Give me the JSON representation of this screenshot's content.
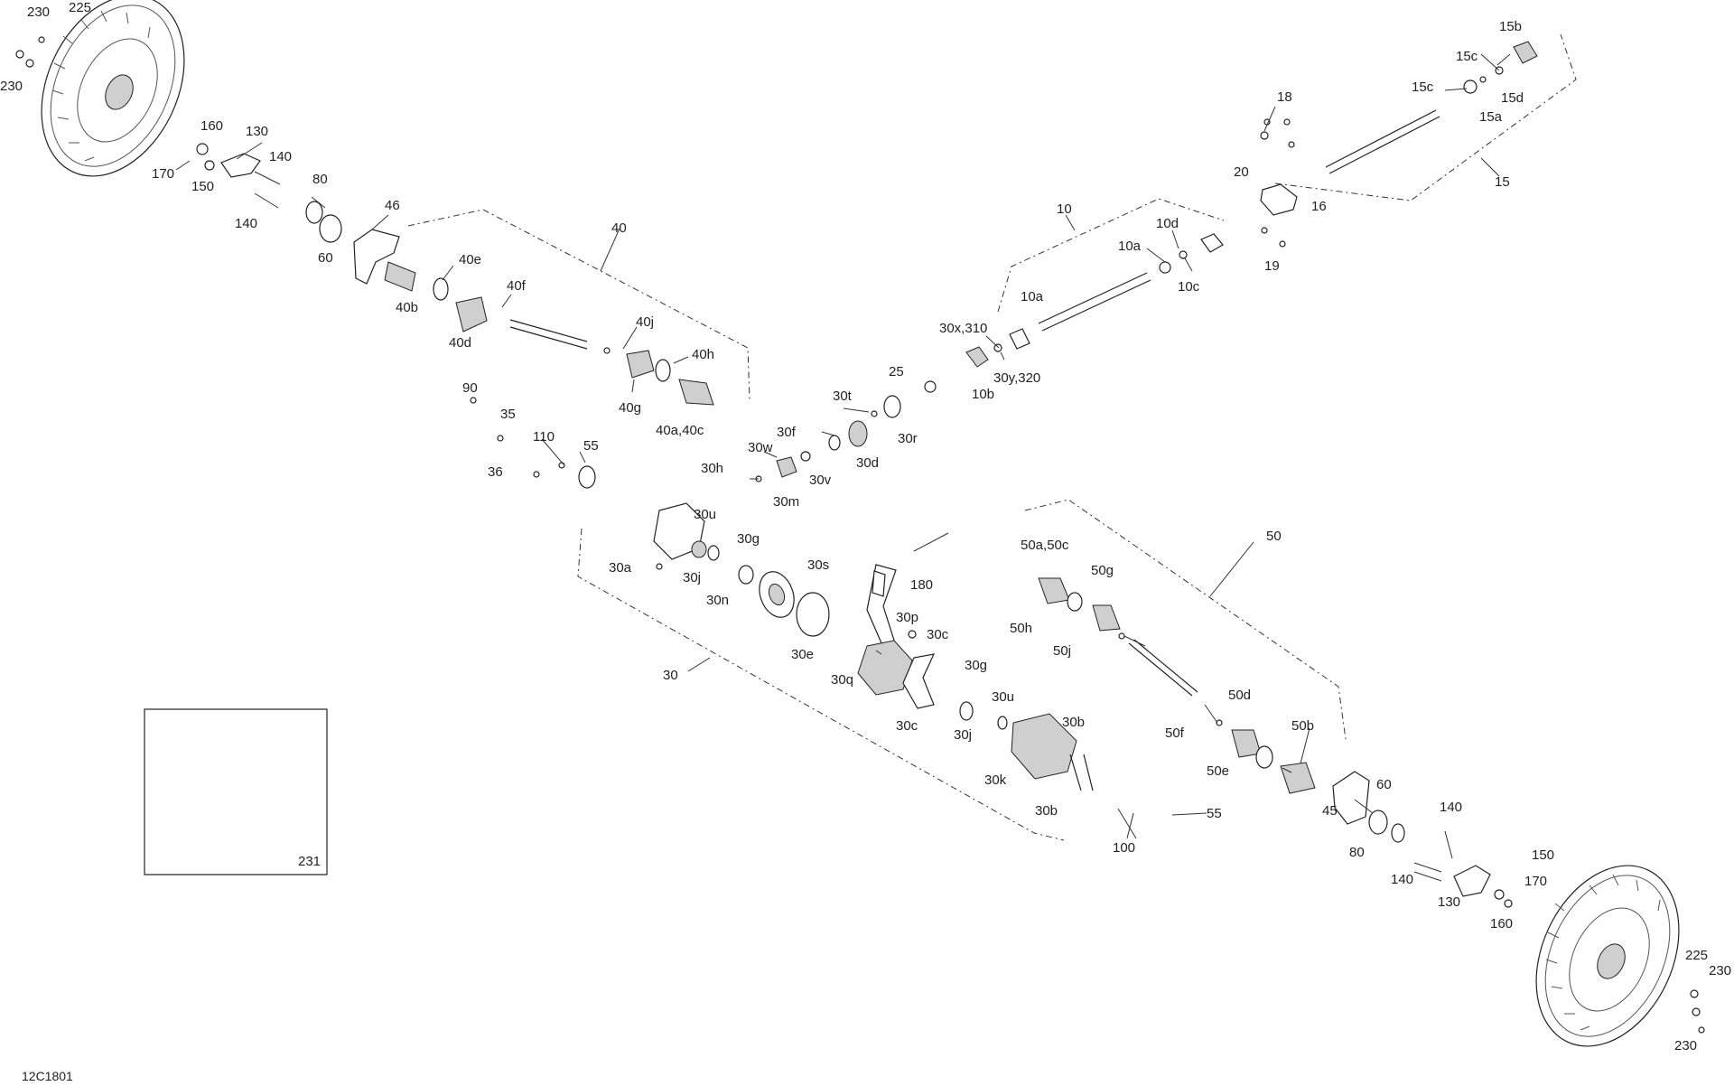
{
  "document_id": "12C1801",
  "inset_box_label": "231",
  "assemblies": {
    "a10": "10",
    "a15": "15",
    "a30": "30",
    "a40": "40",
    "a50": "50"
  },
  "callouts": {
    "c230a": "230",
    "c225a": "225",
    "c230b": "230",
    "c160a": "160",
    "c130a": "130",
    "c140a": "140",
    "c170a": "170",
    "c150a": "150",
    "c140b": "140",
    "c80a": "80",
    "c60a": "60",
    "c46": "46",
    "c40e": "40e",
    "c40b": "40b",
    "c40f": "40f",
    "c40d": "40d",
    "c40j": "40j",
    "c40h": "40h",
    "c40g": "40g",
    "c40ac": "40a,40c",
    "c90": "90",
    "c35": "35",
    "c110": "110",
    "c55a": "55",
    "c36": "36",
    "c30t": "30t",
    "c30f": "30f",
    "c30w": "30w",
    "c30d": "30d",
    "c30v": "30v",
    "c30h": "30h",
    "c30m": "30m",
    "c30r": "30r",
    "c25": "25",
    "c30x310": "30x,310",
    "c30y320": "30y,320",
    "c10b": "10b",
    "c10a1": "10a",
    "c10a2": "10a",
    "c10d": "10d",
    "c10c": "10c",
    "c18": "18",
    "c20": "20",
    "c16": "16",
    "c19": "19",
    "c15b": "15b",
    "c15c1": "15c",
    "c15c2": "15c",
    "c15d": "15d",
    "c15a": "15a",
    "c30u1": "30u",
    "c30g1": "30g",
    "c30a": "30a",
    "c30j1": "30j",
    "c30n": "30n",
    "c30s": "30s",
    "c180": "180",
    "c30p": "30p",
    "c30c1": "30c",
    "c30e": "30e",
    "c30q": "30q",
    "c30c2": "30c",
    "c30g2": "30g",
    "c30u2": "30u",
    "c30j2": "30j",
    "c30b1": "30b",
    "c30k": "30k",
    "c30b2": "30b",
    "c100": "100",
    "c55b": "55",
    "c50ac": "50a,50c",
    "c50g": "50g",
    "c50h": "50h",
    "c50j": "50j",
    "c50d": "50d",
    "c50f": "50f",
    "c50b": "50b",
    "c50e": "50e",
    "c45": "45",
    "c60b": "60",
    "c80b": "80",
    "c140c": "140",
    "c140d": "140",
    "c150b": "150",
    "c170b": "170",
    "c130b": "130",
    "c160b": "160",
    "c225b": "225",
    "c230c": "230",
    "c230d": "230"
  }
}
